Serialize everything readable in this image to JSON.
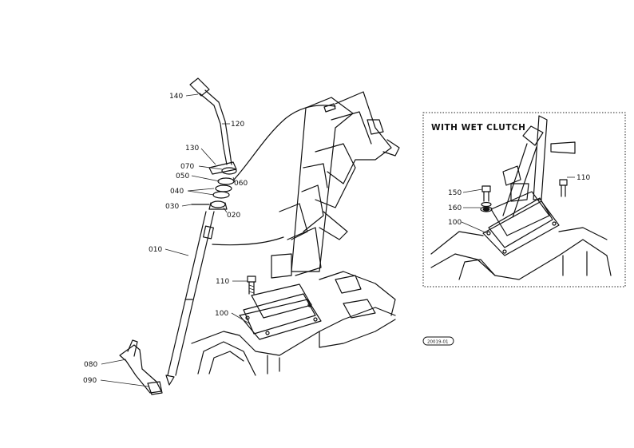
{
  "main_labels": [
    "140",
    "120",
    "130",
    "070",
    "050",
    "060",
    "040",
    "030",
    "020",
    "010",
    "110",
    "100",
    "080",
    "090"
  ],
  "inset": {
    "title": "WITH WET CLUTCH",
    "labels": [
      "110",
      "150",
      "160",
      "100"
    ]
  },
  "ref_code": "20019-01"
}
